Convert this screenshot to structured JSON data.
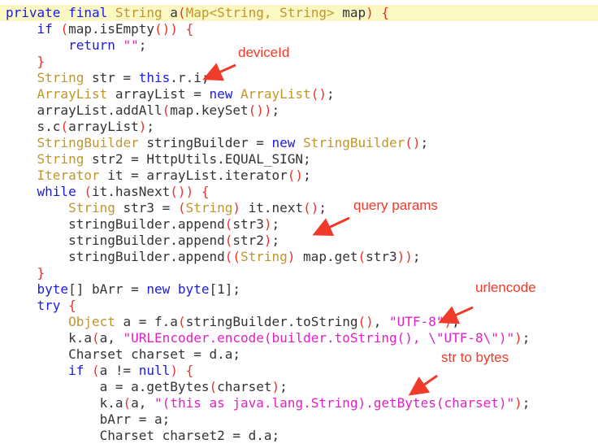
{
  "code_lines": [
    [
      [
        "k",
        "private final "
      ],
      [
        "t",
        "String "
      ],
      [
        "n",
        "a"
      ],
      [
        "p",
        "("
      ],
      [
        "t",
        "Map<String, String> "
      ],
      [
        "n",
        "map"
      ],
      [
        "p",
        ") {"
      ]
    ],
    [
      [
        "n",
        "    "
      ],
      [
        "k",
        "if "
      ],
      [
        "p",
        "("
      ],
      [
        "n",
        "map.isEmpty"
      ],
      [
        "p",
        "()) {"
      ]
    ],
    [
      [
        "n",
        "        "
      ],
      [
        "k",
        "return "
      ],
      [
        "s",
        "\"\""
      ],
      [
        "n",
        ";"
      ]
    ],
    [
      [
        "n",
        "    "
      ],
      [
        "p",
        "}"
      ]
    ],
    [
      [
        "n",
        "    "
      ],
      [
        "t",
        "String "
      ],
      [
        "n",
        "str = "
      ],
      [
        "k",
        "this"
      ],
      [
        "n",
        ".r.i;"
      ]
    ],
    [
      [
        "n",
        "    "
      ],
      [
        "t",
        "ArrayList "
      ],
      [
        "n",
        "arrayList = "
      ],
      [
        "k",
        "new "
      ],
      [
        "t",
        "ArrayList"
      ],
      [
        "p",
        "()"
      ],
      [
        "n",
        ";"
      ]
    ],
    [
      [
        "n",
        "    arrayList.addAll"
      ],
      [
        "p",
        "("
      ],
      [
        "n",
        "map.keySet"
      ],
      [
        "p",
        "())"
      ],
      [
        "n",
        ";"
      ]
    ],
    [
      [
        "n",
        "    s.c"
      ],
      [
        "p",
        "("
      ],
      [
        "n",
        "arrayList"
      ],
      [
        "p",
        ")"
      ],
      [
        "n",
        ";"
      ]
    ],
    [
      [
        "n",
        "    "
      ],
      [
        "t",
        "StringBuilder "
      ],
      [
        "n",
        "stringBuilder = "
      ],
      [
        "k",
        "new "
      ],
      [
        "t",
        "StringBuilder"
      ],
      [
        "p",
        "()"
      ],
      [
        "n",
        ";"
      ]
    ],
    [
      [
        "n",
        "    "
      ],
      [
        "t",
        "String "
      ],
      [
        "n",
        "str2 = HttpUtils.EQUAL_SIGN;"
      ]
    ],
    [
      [
        "n",
        "    "
      ],
      [
        "t",
        "Iterator "
      ],
      [
        "n",
        "it = arrayList.iterator"
      ],
      [
        "p",
        "()"
      ],
      [
        "n",
        ";"
      ]
    ],
    [
      [
        "n",
        "    "
      ],
      [
        "k",
        "while "
      ],
      [
        "p",
        "("
      ],
      [
        "n",
        "it.hasNext"
      ],
      [
        "p",
        "()) {"
      ]
    ],
    [
      [
        "n",
        "        "
      ],
      [
        "t",
        "String "
      ],
      [
        "n",
        "str3 = "
      ],
      [
        "p",
        "("
      ],
      [
        "t",
        "String"
      ],
      [
        "p",
        ") "
      ],
      [
        "n",
        "it.next"
      ],
      [
        "p",
        "()"
      ],
      [
        "n",
        ";"
      ]
    ],
    [
      [
        "n",
        "        stringBuilder.append"
      ],
      [
        "p",
        "("
      ],
      [
        "n",
        "str3"
      ],
      [
        "p",
        ")"
      ],
      [
        "n",
        ";"
      ]
    ],
    [
      [
        "n",
        "        stringBuilder.append"
      ],
      [
        "p",
        "("
      ],
      [
        "n",
        "str2"
      ],
      [
        "p",
        ")"
      ],
      [
        "n",
        ";"
      ]
    ],
    [
      [
        "n",
        "        stringBuilder.append"
      ],
      [
        "p",
        "(("
      ],
      [
        "t",
        "String"
      ],
      [
        "p",
        ") "
      ],
      [
        "n",
        "map.get"
      ],
      [
        "p",
        "("
      ],
      [
        "n",
        "str3"
      ],
      [
        "p",
        "))"
      ],
      [
        "n",
        ";"
      ]
    ],
    [
      [
        "n",
        "    "
      ],
      [
        "p",
        "}"
      ]
    ],
    [
      [
        "n",
        "    "
      ],
      [
        "k",
        "byte"
      ],
      [
        "n",
        "[] bArr = "
      ],
      [
        "k",
        "new byte"
      ],
      [
        "n",
        "[1];"
      ]
    ],
    [
      [
        "n",
        "    "
      ],
      [
        "k",
        "try "
      ],
      [
        "p",
        "{"
      ]
    ],
    [
      [
        "n",
        "        "
      ],
      [
        "t",
        "Object "
      ],
      [
        "n",
        "a = f.a"
      ],
      [
        "p",
        "("
      ],
      [
        "n",
        "stringBuilder.toString"
      ],
      [
        "p",
        "()"
      ],
      [
        "n",
        ", "
      ],
      [
        "s",
        "\"UTF-8\""
      ],
      [
        "p",
        ")"
      ],
      [
        "n",
        ";"
      ]
    ],
    [
      [
        "n",
        "        k.a"
      ],
      [
        "p",
        "("
      ],
      [
        "n",
        "a, "
      ],
      [
        "s",
        "\"URLEncoder.encode(builder.toString(), \\\"UTF-8\\\")\""
      ],
      [
        "p",
        ")"
      ],
      [
        "n",
        ";"
      ]
    ],
    [
      [
        "n",
        "        Charset charset = d.a;"
      ]
    ],
    [
      [
        "n",
        "        "
      ],
      [
        "k",
        "if "
      ],
      [
        "p",
        "("
      ],
      [
        "n",
        "a != "
      ],
      [
        "k",
        "null"
      ],
      [
        "p",
        ") {"
      ]
    ],
    [
      [
        "n",
        "            a = a.getBytes"
      ],
      [
        "p",
        "("
      ],
      [
        "n",
        "charset"
      ],
      [
        "p",
        ")"
      ],
      [
        "n",
        ";"
      ]
    ],
    [
      [
        "n",
        "            k.a"
      ],
      [
        "p",
        "("
      ],
      [
        "n",
        "a, "
      ],
      [
        "s",
        "\"(this as java.lang.String).getBytes(charset)\""
      ],
      [
        "p",
        ")"
      ],
      [
        "n",
        ";"
      ]
    ],
    [
      [
        "n",
        "            bArr = a;"
      ]
    ],
    [
      [
        "n",
        "            Charset charset2 = d.a;"
      ]
    ]
  ],
  "annotations": {
    "device_id": "deviceId",
    "query_params": "query params",
    "urlencode": "urlencode",
    "str_to_bytes": "str to bytes"
  },
  "colors": {
    "annotation": "#f03a2a",
    "highlight": "#fbf8c4"
  }
}
